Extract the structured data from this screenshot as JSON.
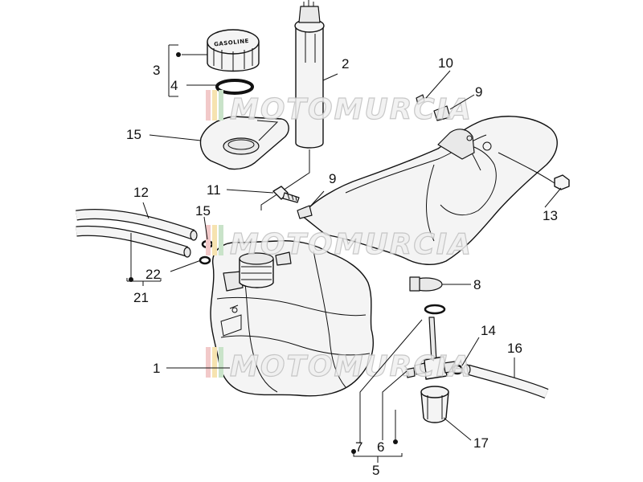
{
  "diagram": {
    "cap_text": "GASOLINE",
    "watermark": "MOTOMURCIA",
    "callouts": [
      "1",
      "2",
      "3",
      "4",
      "5",
      "6",
      "7",
      "8",
      "9",
      "9",
      "10",
      "11",
      "12",
      "13",
      "14",
      "15",
      "15",
      "16",
      "17",
      "21",
      "22"
    ]
  }
}
